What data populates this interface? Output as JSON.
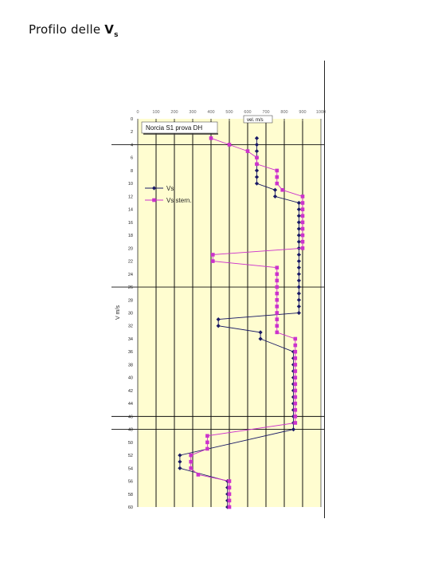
{
  "page": {
    "title_prefix": "Profilo delle ",
    "title_symbol": "V",
    "title_subscript": "s"
  },
  "chart_data": {
    "type": "line",
    "title": "Norcia S1   prova DH",
    "x_unit_label": "vel. m/s",
    "ylabel": "V m/s",
    "xlim": [
      0,
      1000
    ],
    "ylim": [
      0,
      60
    ],
    "x_ticks": [
      0,
      100,
      200,
      300,
      400,
      500,
      600,
      700,
      800,
      900,
      1000
    ],
    "y_ticks": [
      0,
      2,
      4,
      6,
      8,
      10,
      12,
      14,
      16,
      18,
      20,
      22,
      24,
      26,
      28,
      30,
      32,
      34,
      36,
      38,
      40,
      42,
      44,
      46,
      48,
      50,
      52,
      54,
      56,
      58,
      60
    ],
    "y_reversed": true,
    "plot_background": "#FFFDD0",
    "grid": {
      "vertical": [
        0,
        100,
        200,
        300,
        400,
        500,
        600,
        700,
        800,
        900,
        1000
      ],
      "horizontal": [
        4,
        26,
        46,
        48
      ]
    },
    "legend_position": "left-middle",
    "series": [
      {
        "name": "Vs",
        "color": "#1a1a66",
        "marker": "diamond",
        "points": [
          [
            650,
            3
          ],
          [
            650,
            4
          ],
          [
            650,
            5
          ],
          [
            650,
            6
          ],
          [
            650,
            7
          ],
          [
            650,
            8
          ],
          [
            650,
            9
          ],
          [
            650,
            10
          ],
          [
            750,
            11
          ],
          [
            750,
            12
          ],
          [
            880,
            13
          ],
          [
            880,
            14
          ],
          [
            880,
            15
          ],
          [
            880,
            16
          ],
          [
            880,
            17
          ],
          [
            880,
            18
          ],
          [
            880,
            19
          ],
          [
            880,
            20
          ],
          [
            880,
            21
          ],
          [
            880,
            22
          ],
          [
            880,
            23
          ],
          [
            880,
            24
          ],
          [
            880,
            25
          ],
          [
            880,
            26
          ],
          [
            880,
            27
          ],
          [
            880,
            28
          ],
          [
            880,
            29
          ],
          [
            880,
            30
          ],
          [
            440,
            31
          ],
          [
            440,
            32
          ],
          [
            670,
            33
          ],
          [
            670,
            34
          ],
          [
            850,
            36
          ],
          [
            850,
            37
          ],
          [
            850,
            38
          ],
          [
            850,
            39
          ],
          [
            850,
            40
          ],
          [
            850,
            41
          ],
          [
            850,
            42
          ],
          [
            850,
            43
          ],
          [
            850,
            44
          ],
          [
            850,
            45
          ],
          [
            850,
            46
          ],
          [
            850,
            47
          ],
          [
            850,
            48
          ],
          [
            230,
            52
          ],
          [
            230,
            53
          ],
          [
            230,
            54
          ],
          [
            490,
            56
          ],
          [
            490,
            57
          ],
          [
            490,
            58
          ],
          [
            490,
            59
          ],
          [
            490,
            60
          ]
        ]
      },
      {
        "name": "Vs stern.",
        "color": "#cc33cc",
        "marker": "square",
        "points": [
          [
            400,
            3
          ],
          [
            500,
            4
          ],
          [
            600,
            5
          ],
          [
            650,
            6
          ],
          [
            650,
            7
          ],
          [
            760,
            8
          ],
          [
            760,
            9
          ],
          [
            760,
            10
          ],
          [
            790,
            11
          ],
          [
            900,
            12
          ],
          [
            900,
            13
          ],
          [
            900,
            14
          ],
          [
            900,
            15
          ],
          [
            900,
            16
          ],
          [
            900,
            17
          ],
          [
            900,
            18
          ],
          [
            900,
            19
          ],
          [
            900,
            20
          ],
          [
            410,
            21
          ],
          [
            410,
            22
          ],
          [
            760,
            23
          ],
          [
            760,
            24
          ],
          [
            760,
            25
          ],
          [
            760,
            26
          ],
          [
            760,
            27
          ],
          [
            760,
            28
          ],
          [
            760,
            29
          ],
          [
            760,
            30
          ],
          [
            760,
            31
          ],
          [
            760,
            32
          ],
          [
            760,
            33
          ],
          [
            860,
            34
          ],
          [
            860,
            35
          ],
          [
            860,
            36
          ],
          [
            860,
            37
          ],
          [
            860,
            38
          ],
          [
            860,
            39
          ],
          [
            860,
            40
          ],
          [
            860,
            41
          ],
          [
            860,
            42
          ],
          [
            860,
            43
          ],
          [
            860,
            44
          ],
          [
            860,
            45
          ],
          [
            860,
            46
          ],
          [
            860,
            47
          ],
          [
            380,
            49
          ],
          [
            380,
            50
          ],
          [
            380,
            51
          ],
          [
            290,
            52
          ],
          [
            290,
            53
          ],
          [
            290,
            54
          ],
          [
            330,
            55
          ],
          [
            500,
            56
          ],
          [
            500,
            57
          ],
          [
            500,
            58
          ],
          [
            500,
            59
          ],
          [
            500,
            60
          ]
        ]
      }
    ]
  }
}
